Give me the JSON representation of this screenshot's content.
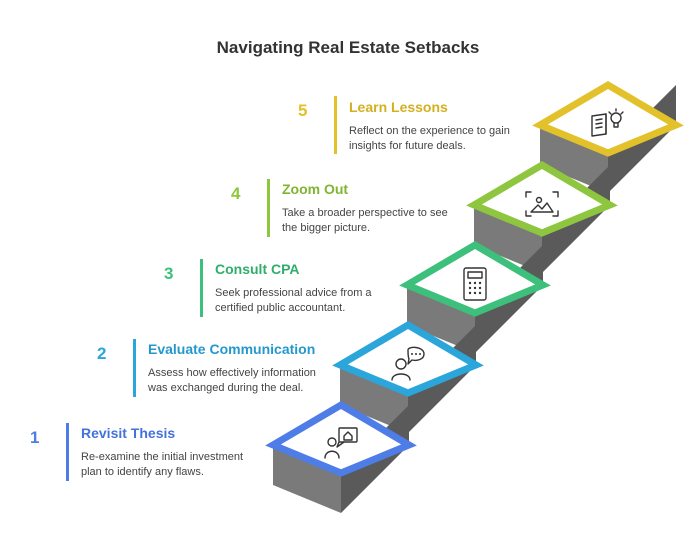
{
  "title": "Navigating Real Estate Setbacks",
  "colors": {
    "step1": "#4F7DE8",
    "step2": "#2AA6DB",
    "step3": "#3CC07B",
    "step4": "#8EC63F",
    "step5": "#E2C12A"
  },
  "steps": [
    {
      "number": "1",
      "title": "Revisit Thesis",
      "desc_line1": "Re-examine the initial investment",
      "desc_line2": "plan to identify any flaws.",
      "icon": "person-house-icon"
    },
    {
      "number": "2",
      "title": "Evaluate Communication",
      "desc_line1": "Assess how effectively information",
      "desc_line2": "was exchanged during the deal.",
      "icon": "person-chat-icon"
    },
    {
      "number": "3",
      "title": "Consult CPA",
      "desc_line1": "Seek professional advice from a",
      "desc_line2": "certified public accountant.",
      "icon": "calculator-icon"
    },
    {
      "number": "4",
      "title": "Zoom Out",
      "desc_line1": "Take a broader perspective to see",
      "desc_line2": "the bigger picture.",
      "icon": "image-frame-icon"
    },
    {
      "number": "5",
      "title": "Learn Lessons",
      "desc_line1": "Reflect on the experience to gain",
      "desc_line2": "insights for future deals.",
      "icon": "book-lightbulb-icon"
    }
  ]
}
